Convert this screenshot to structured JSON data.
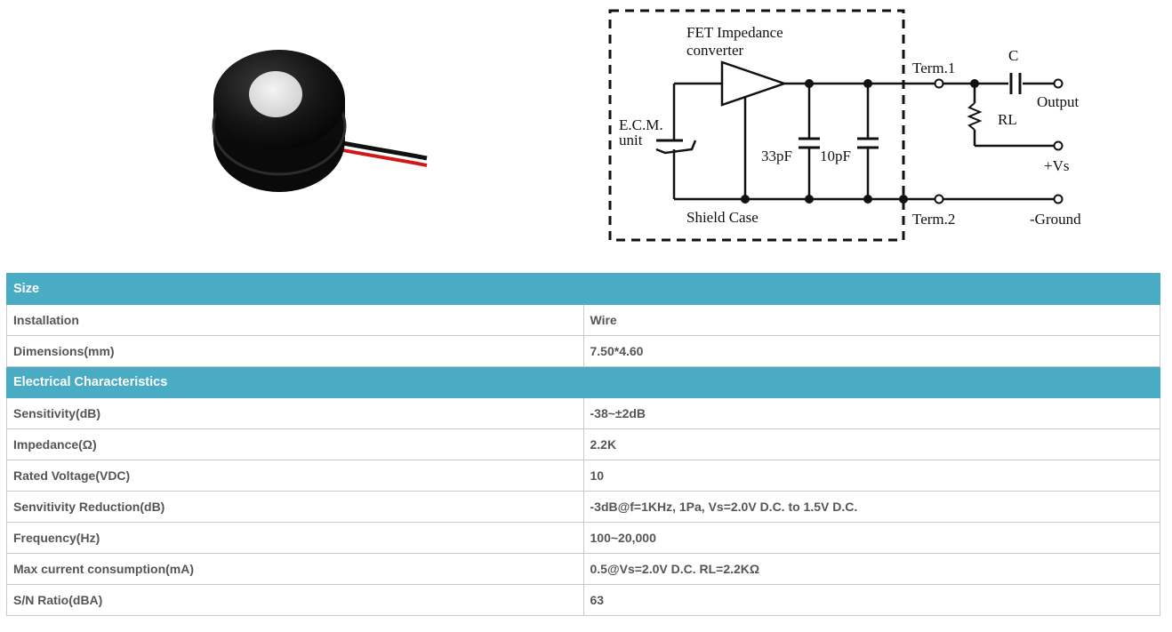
{
  "product": {
    "photo_alt": "microphone-photo",
    "schematic": {
      "fet_label_1": "FET Impedance",
      "fet_label_2": "converter",
      "ecm_label_1": "E.C.M.",
      "ecm_label_2": "unit",
      "cap1": "33pF",
      "cap2": "10pF",
      "shield": "Shield Case",
      "term1": "Term.1",
      "term2": "Term.2",
      "cap_c": "C",
      "rl": "RL",
      "output": "Output",
      "vs": "+Vs",
      "ground": "-Ground"
    }
  },
  "specs": {
    "sections": [
      {
        "title": "Size",
        "rows": [
          {
            "label": "Installation",
            "value": "Wire"
          },
          {
            "label": "Dimensions(mm)",
            "value": "7.50*4.60"
          }
        ]
      },
      {
        "title": "Electrical Characteristics",
        "rows": [
          {
            "label": "Sensitivity(dB)",
            "value": "-38~±2dB"
          },
          {
            "label": "Impedance(Ω)",
            "value": "2.2K"
          },
          {
            "label": "Rated Voltage(VDC)",
            "value": "10"
          },
          {
            "label": "Senvitivity Reduction(dB)",
            "value": "-3dB@f=1KHz, 1Pa, Vs=2.0V D.C. to 1.5V D.C."
          },
          {
            "label": "Frequency(Hz)",
            "value": "100~20,000"
          },
          {
            "label": "Max current consumption(mA)",
            "value": "0.5@Vs=2.0V D.C. RL=2.2KΩ"
          },
          {
            "label": "S/N Ratio(dBA)",
            "value": "63"
          }
        ]
      }
    ]
  }
}
